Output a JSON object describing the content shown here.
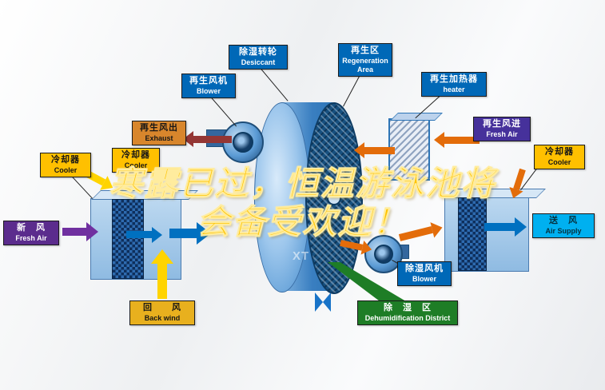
{
  "headline": {
    "line1": "寒露已过，恒温游泳池将",
    "line2": "会备受欢迎！"
  },
  "watermark": "XT",
  "labels": {
    "regen_fan": {
      "zh": "再生风机",
      "en": "Blower"
    },
    "desiccant_wheel": {
      "zh": "除湿转轮",
      "en": "Desiccant"
    },
    "regen_area": {
      "zh": "再生区",
      "en": "Regeneration Area"
    },
    "regen_heater": {
      "zh": "再生加热器",
      "en": "heater"
    },
    "regen_exhaust": {
      "zh": "再生风出",
      "en": "Exhaust"
    },
    "regen_fresh": {
      "zh": "再生风进",
      "en": "Fresh Air"
    },
    "cooler_left": {
      "zh": "冷却器",
      "en": "Cooler"
    },
    "cooler_mid": {
      "zh": "冷却器",
      "en": "Cooler"
    },
    "cooler_right": {
      "zh": "冷却器",
      "en": "Cooler"
    },
    "fresh_air": {
      "zh": "新　风",
      "en": "Fresh Air"
    },
    "air_supply": {
      "zh": "送　风",
      "en": "Air Supply"
    },
    "back_wind": {
      "zh": "回　　风",
      "en": "Back wind"
    },
    "dehumid_blower": {
      "zh": "除湿风机",
      "en": "Blower"
    },
    "dehumid_district": {
      "zh": "除　湿　区",
      "en": "Dehumidification District"
    }
  },
  "palette": {
    "labelBlue": "#0068b7",
    "labelOrange": "#d8862c",
    "labelYellow": "#ffc000",
    "labelGold": "#e8b01e",
    "labelPurple": "#5b2c8d",
    "labelIndigo": "#46319b",
    "labelCyan": "#00b0f0",
    "labelGreen": "#1e7d26",
    "arrowBlue": "#0070c0",
    "arrowOrange": "#e36c0a",
    "arrowYellow": "#ffd400",
    "arrowMaroon": "#943634",
    "arrowPurple": "#7030a0"
  }
}
